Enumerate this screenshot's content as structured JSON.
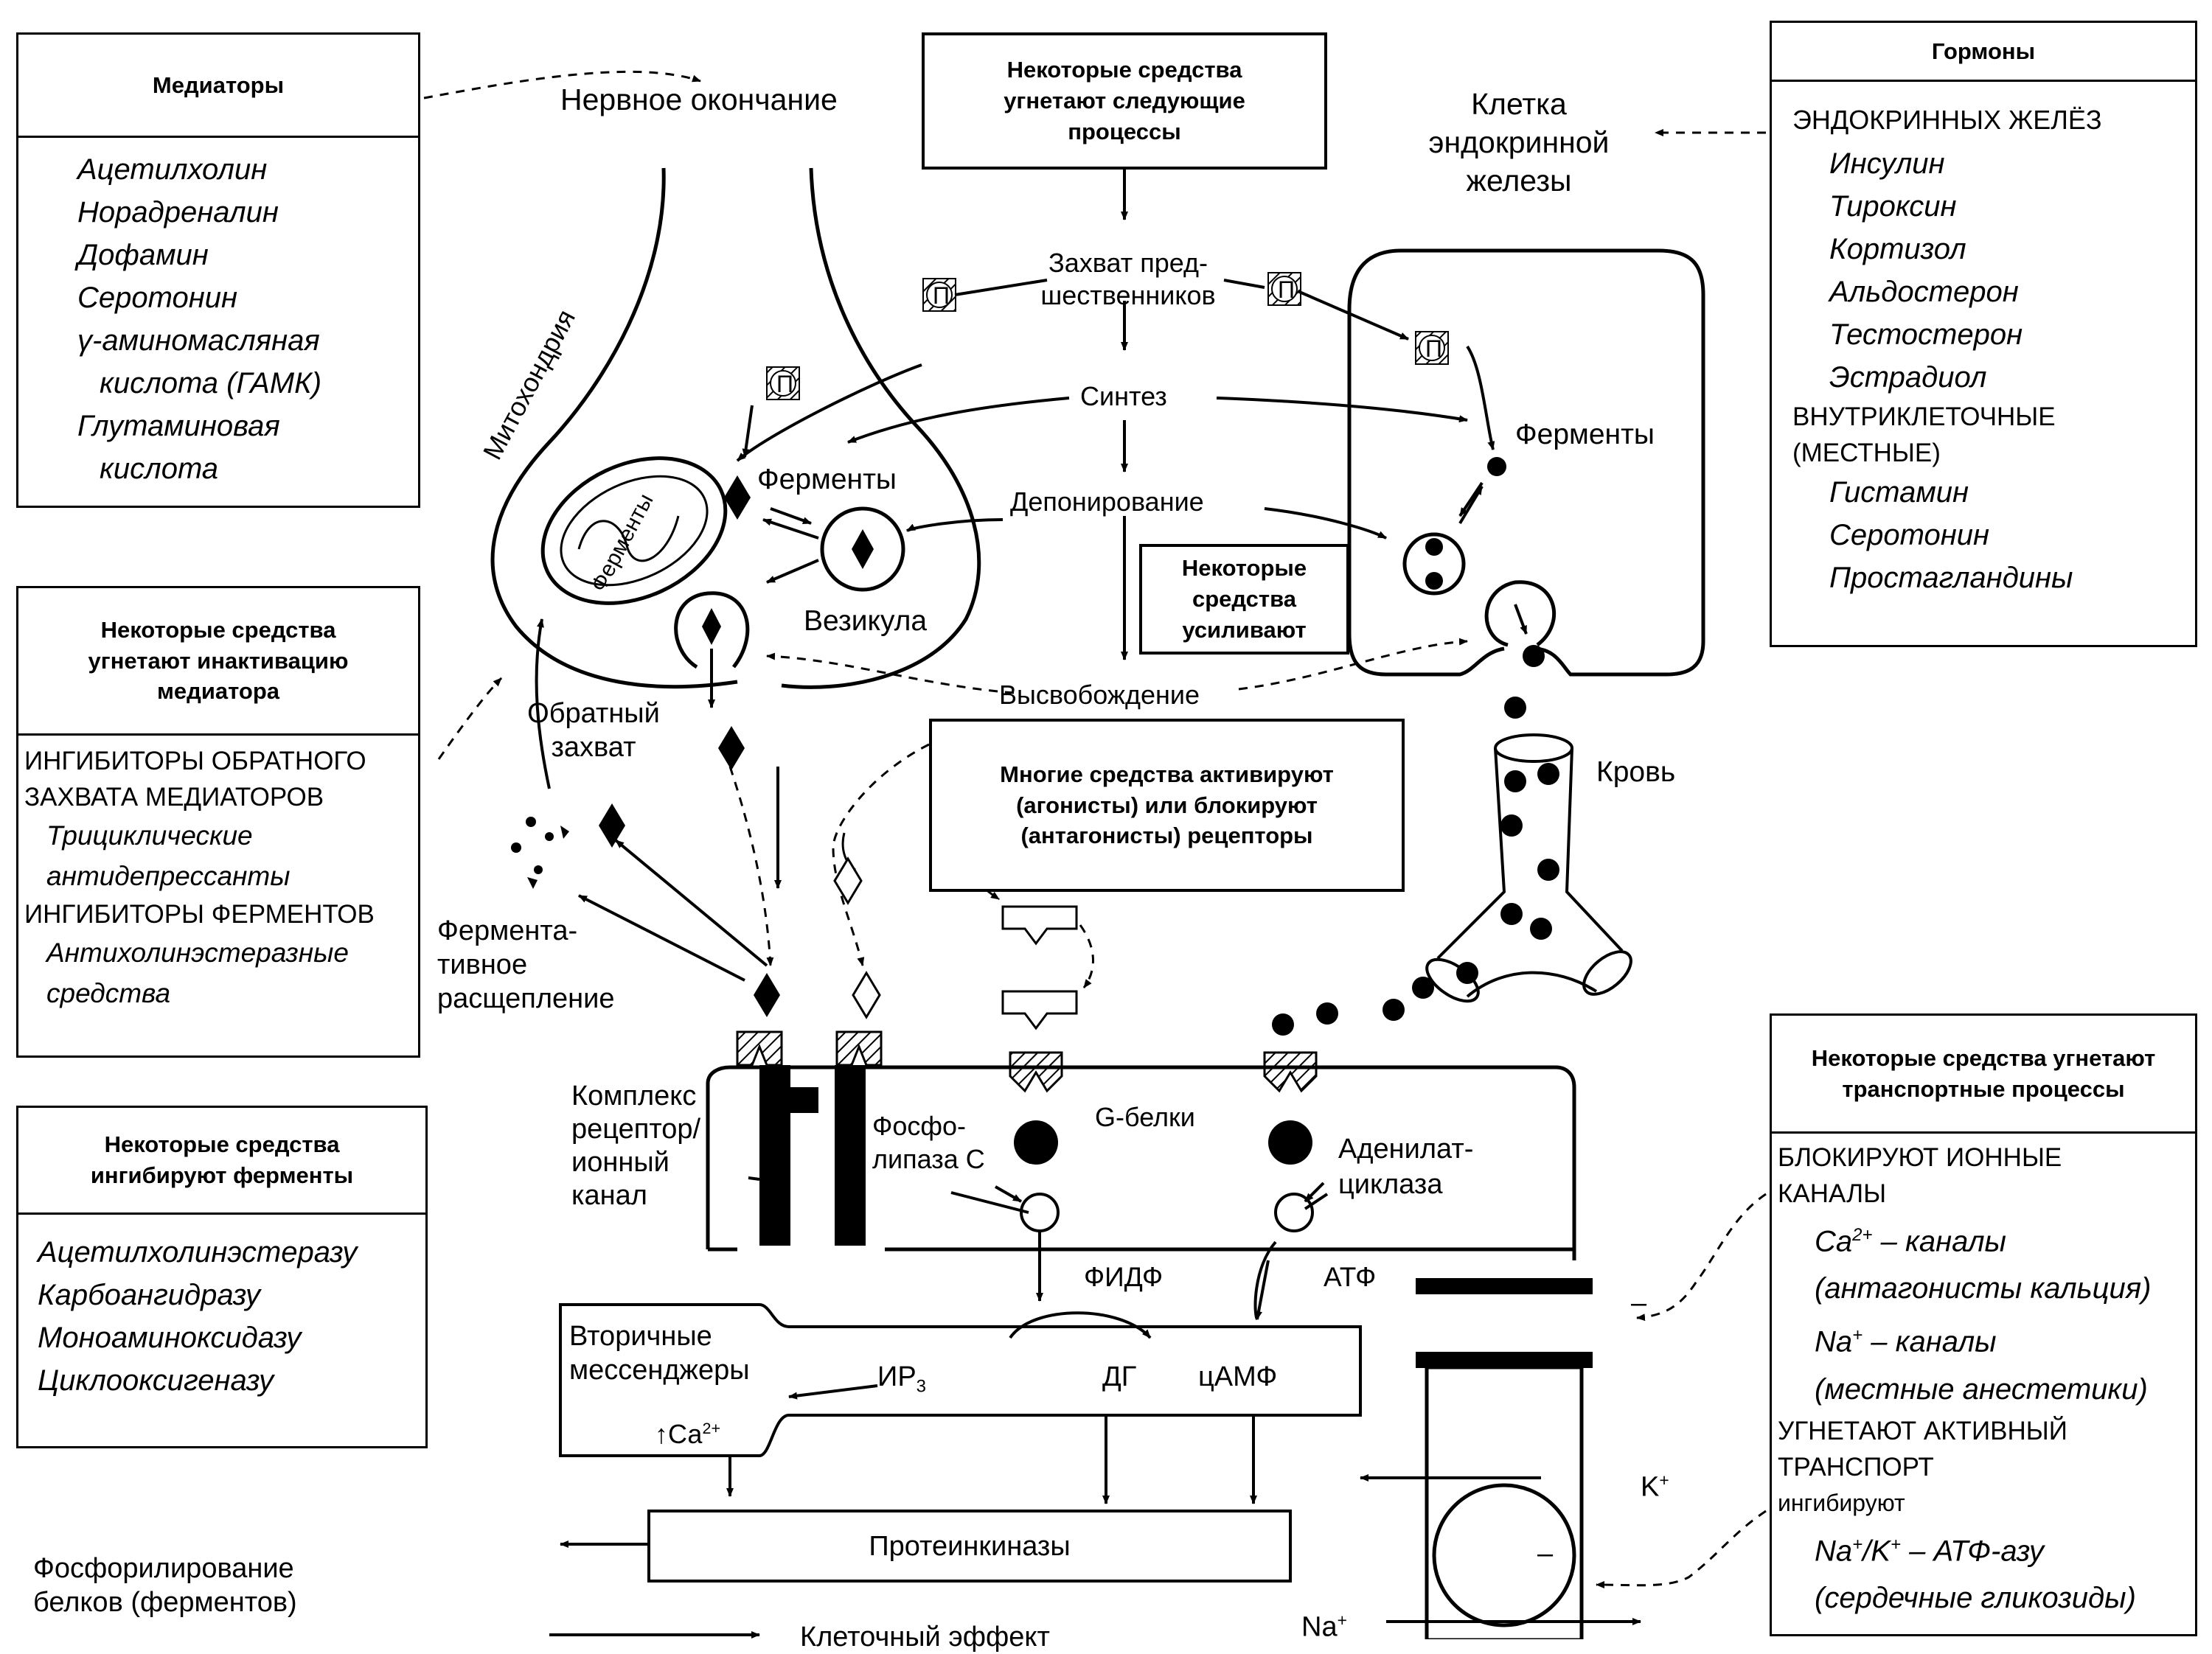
{
  "mediators": {
    "title": "Медиаторы",
    "items": [
      "Ацетилхолин",
      "Норадреналин",
      "Дофамин",
      "Серотонин",
      "γ-аминомасляная",
      "кислота (ГАМК)",
      "Глутаминовая",
      "кислота"
    ]
  },
  "inactivation": {
    "title": "Некоторые средства угнетают инактивацию медиатора",
    "line1": "ИНГИБИТОРЫ ОБРАТНОГО",
    "line2": "ЗАХВАТА МЕДИАТОРОВ",
    "line3": "Трициклические",
    "line4": "антидепрессанты",
    "line5": "ИНГИБИТОРЫ ФЕРМЕНТОВ",
    "line6": "Антихолинэстеразные",
    "line7": "средства"
  },
  "enzymes_box": {
    "title": "Некоторые средства ингибируют ферменты",
    "items": [
      "Ацетилхолинэстеразу",
      "Карбоангидразу",
      "Моноаминоксидазу",
      "Циклооксигеназу"
    ]
  },
  "processes_box": {
    "title": "Некоторые средства угнетают следующие процессы"
  },
  "hormones": {
    "title": "Гормоны",
    "group1": "ЭНДОКРИННЫХ ЖЕЛЁЗ",
    "items1": [
      "Инсулин",
      "Тироксин",
      "Кортизол",
      "Альдостерон",
      "Тестостерон",
      "Эстрадиол"
    ],
    "group2a": "ВНУТРИКЛЕТОЧНЫЕ",
    "group2b": "(МЕСТНЫЕ)",
    "items2": [
      "Гистамин",
      "Серотонин",
      "Простагландины"
    ]
  },
  "enhance_box": {
    "title": "Некоторые средства усиливают"
  },
  "receptors_box": {
    "title": "Многие средства активируют (агонисты) или блокируют (антагонисты) рецепторы"
  },
  "transport": {
    "title": "Некоторые средства угнетают транспортные процессы",
    "l1": "БЛОКИРУЮТ ИОННЫЕ",
    "l2": "КАНАЛЫ",
    "ca_sup": "2+",
    "ca_rest": "– каналы",
    "l4": "(антагонисты кальция)",
    "na_sup": "+",
    "na_rest": "– каналы",
    "l6": "(местные анестетики)",
    "l7": "УГНЕТАЮТ АКТИВНЫЙ",
    "l8": "ТРАНСПОРТ",
    "l9": "ингибируют",
    "l10": "/K",
    "l10b": "– АТФ-азу",
    "l11": "(сердечные гликозиды)"
  },
  "labels": {
    "nerve_ending": "Нервное окончание",
    "endocrine1": "Клетка",
    "endocrine2": "эндокринной",
    "endocrine3": "железы",
    "uptake1": "Захват пред-",
    "uptake2": "шественников",
    "synthesis": "Синтез",
    "deposition": "Депонирование",
    "release": "Высвобождение",
    "mito": "Митохондрия",
    "mito_enz": "Ферменты",
    "enzymes_l": "Ферменты",
    "enzymes_r": "Ферменты",
    "vesicle": "Везикула",
    "reuptake1": "Обратный",
    "reuptake2": "захват",
    "split1": "Фермента-",
    "split2": "тивное",
    "split3": "расщепление",
    "blood": "Кровь",
    "p": "П",
    "complex1": "Комплекс",
    "complex2": "рецептор/",
    "complex3": "ионный",
    "complex4": "канал",
    "plc1": "Фосфо-",
    "plc2": "липаза С",
    "gprot": "G-белки",
    "ac1": "Аденилат-",
    "ac2": "циклаза",
    "pip2": "ФИДФ",
    "atp": "АТФ",
    "second1": "Вторичные",
    "second2": "мессенджеры",
    "ip3": "ИР",
    "ip3_sub": "3",
    "dg": "ДГ",
    "camp": "цАМФ",
    "ca_up": "↑Са",
    "ca_up_sup": "2+",
    "kinases": "Протеинкиназы",
    "phos1": "Фосфорилирование",
    "phos2": "белков (ферментов)",
    "cell_effect": "Клеточный эффект",
    "k": "K",
    "na": "Na",
    "plus": "+",
    "minus": "–"
  }
}
